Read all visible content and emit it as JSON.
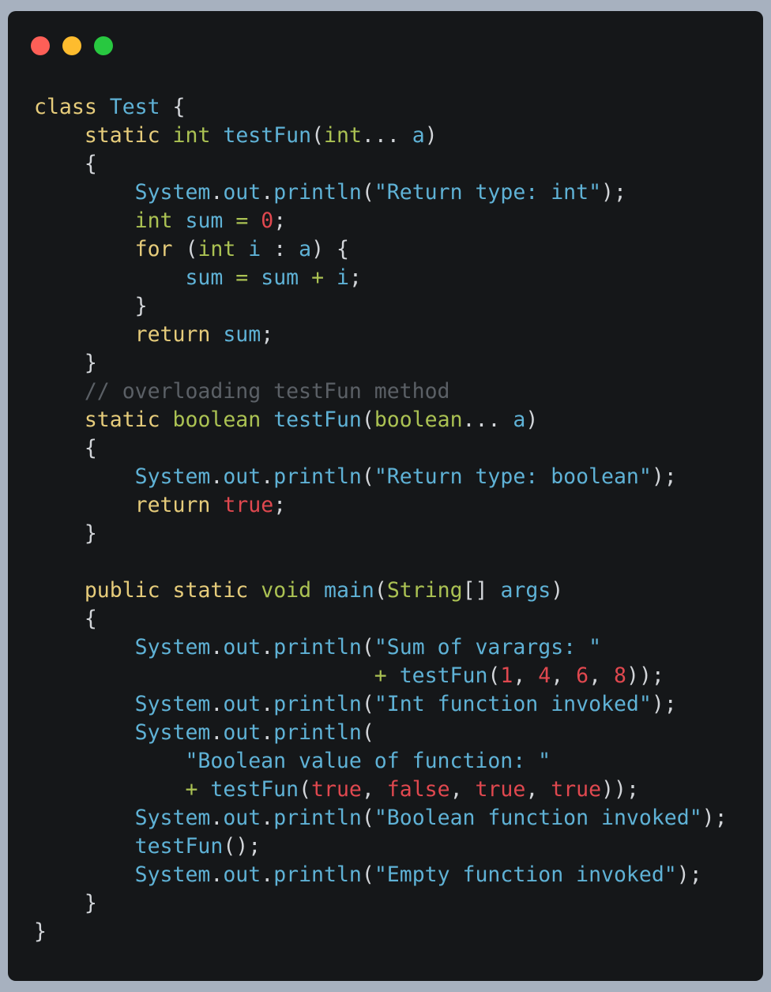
{
  "window": {
    "controls": {
      "close": "close",
      "minimize": "minimize",
      "maximize": "maximize"
    }
  },
  "colors": {
    "background": "#151719",
    "keyword": "#e6cc7b",
    "type": "#abc253",
    "identifier": "#5fb2d6",
    "literal": "#e0484f",
    "comment": "#5b6066",
    "punctuation": "#d2d5d9"
  },
  "code": {
    "language": "java",
    "lines": [
      [
        {
          "t": "kw",
          "v": "class"
        },
        {
          "t": "pn",
          "v": " "
        },
        {
          "t": "id",
          "v": "Test"
        },
        {
          "t": "pn",
          "v": " {"
        }
      ],
      [
        {
          "t": "pn",
          "v": "    "
        },
        {
          "t": "kw",
          "v": "static"
        },
        {
          "t": "pn",
          "v": " "
        },
        {
          "t": "ty",
          "v": "int"
        },
        {
          "t": "pn",
          "v": " "
        },
        {
          "t": "id",
          "v": "testFun"
        },
        {
          "t": "pn",
          "v": "("
        },
        {
          "t": "ty",
          "v": "int"
        },
        {
          "t": "pn",
          "v": "... "
        },
        {
          "t": "id",
          "v": "a"
        },
        {
          "t": "pn",
          "v": ")"
        }
      ],
      [
        {
          "t": "pn",
          "v": "    {"
        }
      ],
      [
        {
          "t": "pn",
          "v": "        "
        },
        {
          "t": "id",
          "v": "System"
        },
        {
          "t": "pn",
          "v": "."
        },
        {
          "t": "id",
          "v": "out"
        },
        {
          "t": "pn",
          "v": "."
        },
        {
          "t": "id",
          "v": "println"
        },
        {
          "t": "pn",
          "v": "("
        },
        {
          "t": "id",
          "v": "\"Return type: int\""
        },
        {
          "t": "pn",
          "v": ");"
        }
      ],
      [
        {
          "t": "pn",
          "v": "        "
        },
        {
          "t": "ty",
          "v": "int"
        },
        {
          "t": "pn",
          "v": " "
        },
        {
          "t": "id",
          "v": "sum"
        },
        {
          "t": "pn",
          "v": " "
        },
        {
          "t": "op",
          "v": "="
        },
        {
          "t": "pn",
          "v": " "
        },
        {
          "t": "num",
          "v": "0"
        },
        {
          "t": "pn",
          "v": ";"
        }
      ],
      [
        {
          "t": "pn",
          "v": "        "
        },
        {
          "t": "kw",
          "v": "for"
        },
        {
          "t": "pn",
          "v": " ("
        },
        {
          "t": "ty",
          "v": "int"
        },
        {
          "t": "pn",
          "v": " "
        },
        {
          "t": "id",
          "v": "i"
        },
        {
          "t": "pn",
          "v": " : "
        },
        {
          "t": "id",
          "v": "a"
        },
        {
          "t": "pn",
          "v": ") {"
        }
      ],
      [
        {
          "t": "pn",
          "v": "            "
        },
        {
          "t": "id",
          "v": "sum"
        },
        {
          "t": "pn",
          "v": " "
        },
        {
          "t": "op",
          "v": "="
        },
        {
          "t": "pn",
          "v": " "
        },
        {
          "t": "id",
          "v": "sum"
        },
        {
          "t": "pn",
          "v": " "
        },
        {
          "t": "op",
          "v": "+"
        },
        {
          "t": "pn",
          "v": " "
        },
        {
          "t": "id",
          "v": "i"
        },
        {
          "t": "pn",
          "v": ";"
        }
      ],
      [
        {
          "t": "pn",
          "v": "        }"
        }
      ],
      [
        {
          "t": "pn",
          "v": "        "
        },
        {
          "t": "kw",
          "v": "return"
        },
        {
          "t": "pn",
          "v": " "
        },
        {
          "t": "id",
          "v": "sum"
        },
        {
          "t": "pn",
          "v": ";"
        }
      ],
      [
        {
          "t": "pn",
          "v": "    }"
        }
      ],
      [
        {
          "t": "pn",
          "v": "    "
        },
        {
          "t": "cm",
          "v": "// overloading testFun method"
        }
      ],
      [
        {
          "t": "pn",
          "v": "    "
        },
        {
          "t": "kw",
          "v": "static"
        },
        {
          "t": "pn",
          "v": " "
        },
        {
          "t": "ty",
          "v": "boolean"
        },
        {
          "t": "pn",
          "v": " "
        },
        {
          "t": "id",
          "v": "testFun"
        },
        {
          "t": "pn",
          "v": "("
        },
        {
          "t": "ty",
          "v": "boolean"
        },
        {
          "t": "pn",
          "v": "... "
        },
        {
          "t": "id",
          "v": "a"
        },
        {
          "t": "pn",
          "v": ")"
        }
      ],
      [
        {
          "t": "pn",
          "v": "    {"
        }
      ],
      [
        {
          "t": "pn",
          "v": "        "
        },
        {
          "t": "id",
          "v": "System"
        },
        {
          "t": "pn",
          "v": "."
        },
        {
          "t": "id",
          "v": "out"
        },
        {
          "t": "pn",
          "v": "."
        },
        {
          "t": "id",
          "v": "println"
        },
        {
          "t": "pn",
          "v": "("
        },
        {
          "t": "id",
          "v": "\"Return type: boolean\""
        },
        {
          "t": "pn",
          "v": ");"
        }
      ],
      [
        {
          "t": "pn",
          "v": "        "
        },
        {
          "t": "kw",
          "v": "return"
        },
        {
          "t": "pn",
          "v": " "
        },
        {
          "t": "num",
          "v": "true"
        },
        {
          "t": "pn",
          "v": ";"
        }
      ],
      [
        {
          "t": "pn",
          "v": "    }"
        }
      ],
      [],
      [
        {
          "t": "pn",
          "v": "    "
        },
        {
          "t": "kw",
          "v": "public"
        },
        {
          "t": "pn",
          "v": " "
        },
        {
          "t": "kw",
          "v": "static"
        },
        {
          "t": "pn",
          "v": " "
        },
        {
          "t": "ty",
          "v": "void"
        },
        {
          "t": "pn",
          "v": " "
        },
        {
          "t": "id",
          "v": "main"
        },
        {
          "t": "pn",
          "v": "("
        },
        {
          "t": "ty",
          "v": "String"
        },
        {
          "t": "pn",
          "v": "[] "
        },
        {
          "t": "id",
          "v": "args"
        },
        {
          "t": "pn",
          "v": ")"
        }
      ],
      [
        {
          "t": "pn",
          "v": "    {"
        }
      ],
      [
        {
          "t": "pn",
          "v": "        "
        },
        {
          "t": "id",
          "v": "System"
        },
        {
          "t": "pn",
          "v": "."
        },
        {
          "t": "id",
          "v": "out"
        },
        {
          "t": "pn",
          "v": "."
        },
        {
          "t": "id",
          "v": "println"
        },
        {
          "t": "pn",
          "v": "("
        },
        {
          "t": "id",
          "v": "\"Sum of varargs: \""
        }
      ],
      [
        {
          "t": "pn",
          "v": "                           "
        },
        {
          "t": "op",
          "v": "+"
        },
        {
          "t": "pn",
          "v": " "
        },
        {
          "t": "id",
          "v": "testFun"
        },
        {
          "t": "pn",
          "v": "("
        },
        {
          "t": "num",
          "v": "1"
        },
        {
          "t": "pn",
          "v": ", "
        },
        {
          "t": "num",
          "v": "4"
        },
        {
          "t": "pn",
          "v": ", "
        },
        {
          "t": "num",
          "v": "6"
        },
        {
          "t": "pn",
          "v": ", "
        },
        {
          "t": "num",
          "v": "8"
        },
        {
          "t": "pn",
          "v": "));"
        }
      ],
      [
        {
          "t": "pn",
          "v": "        "
        },
        {
          "t": "id",
          "v": "System"
        },
        {
          "t": "pn",
          "v": "."
        },
        {
          "t": "id",
          "v": "out"
        },
        {
          "t": "pn",
          "v": "."
        },
        {
          "t": "id",
          "v": "println"
        },
        {
          "t": "pn",
          "v": "("
        },
        {
          "t": "id",
          "v": "\"Int function invoked\""
        },
        {
          "t": "pn",
          "v": ");"
        }
      ],
      [
        {
          "t": "pn",
          "v": "        "
        },
        {
          "t": "id",
          "v": "System"
        },
        {
          "t": "pn",
          "v": "."
        },
        {
          "t": "id",
          "v": "out"
        },
        {
          "t": "pn",
          "v": "."
        },
        {
          "t": "id",
          "v": "println"
        },
        {
          "t": "pn",
          "v": "("
        }
      ],
      [
        {
          "t": "pn",
          "v": "            "
        },
        {
          "t": "id",
          "v": "\"Boolean value of function: \""
        }
      ],
      [
        {
          "t": "pn",
          "v": "            "
        },
        {
          "t": "op",
          "v": "+"
        },
        {
          "t": "pn",
          "v": " "
        },
        {
          "t": "id",
          "v": "testFun"
        },
        {
          "t": "pn",
          "v": "("
        },
        {
          "t": "num",
          "v": "true"
        },
        {
          "t": "pn",
          "v": ", "
        },
        {
          "t": "num",
          "v": "false"
        },
        {
          "t": "pn",
          "v": ", "
        },
        {
          "t": "num",
          "v": "true"
        },
        {
          "t": "pn",
          "v": ", "
        },
        {
          "t": "num",
          "v": "true"
        },
        {
          "t": "pn",
          "v": "));"
        }
      ],
      [
        {
          "t": "pn",
          "v": "        "
        },
        {
          "t": "id",
          "v": "System"
        },
        {
          "t": "pn",
          "v": "."
        },
        {
          "t": "id",
          "v": "out"
        },
        {
          "t": "pn",
          "v": "."
        },
        {
          "t": "id",
          "v": "println"
        },
        {
          "t": "pn",
          "v": "("
        },
        {
          "t": "id",
          "v": "\"Boolean function invoked\""
        },
        {
          "t": "pn",
          "v": ");"
        }
      ],
      [
        {
          "t": "pn",
          "v": "        "
        },
        {
          "t": "id",
          "v": "testFun"
        },
        {
          "t": "pn",
          "v": "();"
        }
      ],
      [
        {
          "t": "pn",
          "v": "        "
        },
        {
          "t": "id",
          "v": "System"
        },
        {
          "t": "pn",
          "v": "."
        },
        {
          "t": "id",
          "v": "out"
        },
        {
          "t": "pn",
          "v": "."
        },
        {
          "t": "id",
          "v": "println"
        },
        {
          "t": "pn",
          "v": "("
        },
        {
          "t": "id",
          "v": "\"Empty function invoked\""
        },
        {
          "t": "pn",
          "v": ");"
        }
      ],
      [
        {
          "t": "pn",
          "v": "    }"
        }
      ],
      [
        {
          "t": "pn",
          "v": "}"
        }
      ]
    ]
  }
}
